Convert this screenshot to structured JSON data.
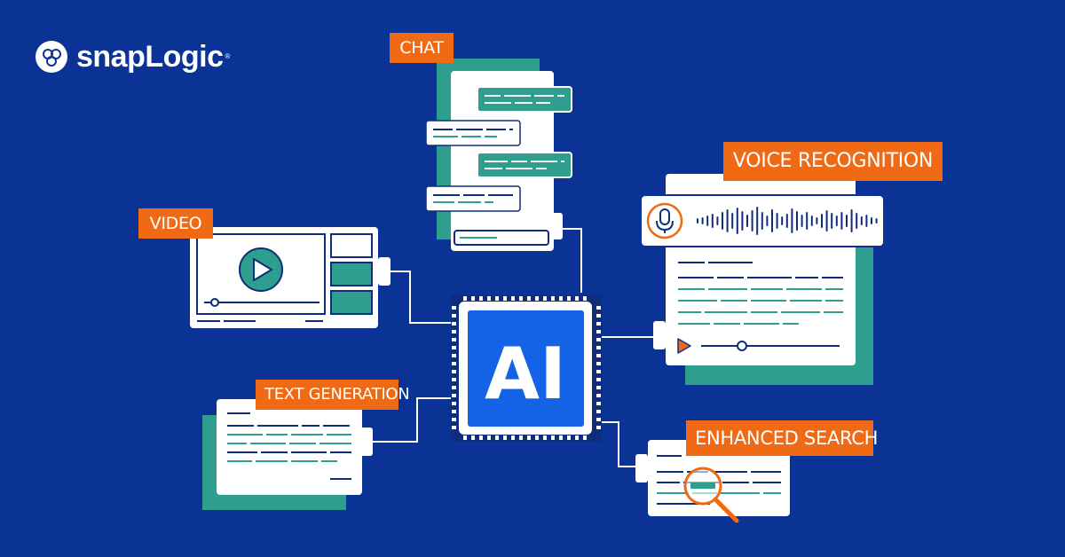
{
  "brand": {
    "name": "snapLogic",
    "registered": "®"
  },
  "chip": {
    "label": "AI"
  },
  "features": {
    "chat": "CHAT",
    "voice": "VOICE RECOGNITION",
    "video": "VIDEO",
    "text_generation": "TEXT GENERATION",
    "enhanced_search": "ENHANCED SEARCH"
  },
  "icons": [
    "play-icon",
    "microphone-icon",
    "waveform-icon",
    "magnifier-icon",
    "ai-chip-icon",
    "snaplogic-logo-icon"
  ],
  "colors": {
    "background": "#0b3396",
    "card": "#ffffff",
    "teal": "#2e9e8f",
    "orange": "#f06a16",
    "chip_blue": "#1463e6",
    "navy": "#0f2d7a"
  }
}
